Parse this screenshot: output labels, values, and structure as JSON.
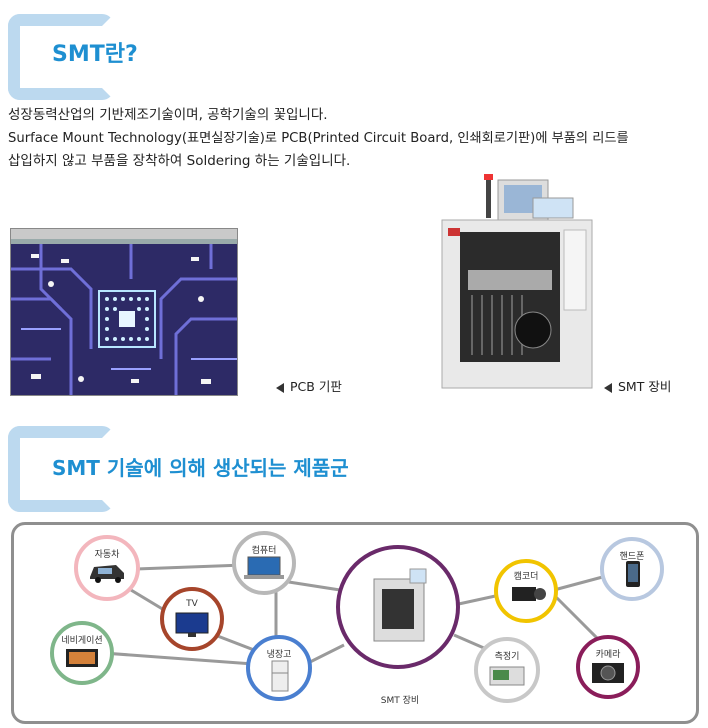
{
  "section1": {
    "title": "SMT란?"
  },
  "intro": {
    "line1": "성장동력산업의 기반제조기술이며, 공학기술의 꽃입니다.",
    "line2": "Surface Mount Technology(표면실장기술)로 PCB(Printed Circuit Board, 인쇄회로기판)에 부품의 리드를",
    "line3": "삽입하지 않고 부품을 장착하여 Soldering 하는 기술입니다."
  },
  "captions": {
    "pcb": "PCB 기판",
    "smt": "SMT 장비"
  },
  "section2": {
    "title": "SMT 기술에 의해 생산되는 제품군"
  },
  "products": {
    "car": "자동차",
    "computer": "컴퓨터",
    "tv": "TV",
    "navigation": "네비게이션",
    "fridge": "냉장고",
    "smt": "SMT 장비",
    "camcorder": "캠코더",
    "phone": "핸드폰",
    "meter": "측정기",
    "camera": "카메라"
  },
  "colors": {
    "heading": "#1e8fd1",
    "bracket": "#bcd9ef",
    "car_ring": "#f3b6bd",
    "computer_ring": "#b8b8b8",
    "tv_ring": "#a6452b",
    "navigation_ring": "#7fb68a",
    "fridge_ring": "#4a7fd0",
    "smt_ring": "#6a2a6a",
    "camcorder_ring": "#f1c400",
    "phone_ring": "#b8c8e0",
    "meter_ring": "#c8c8c8",
    "camera_ring": "#8a1d5a"
  }
}
